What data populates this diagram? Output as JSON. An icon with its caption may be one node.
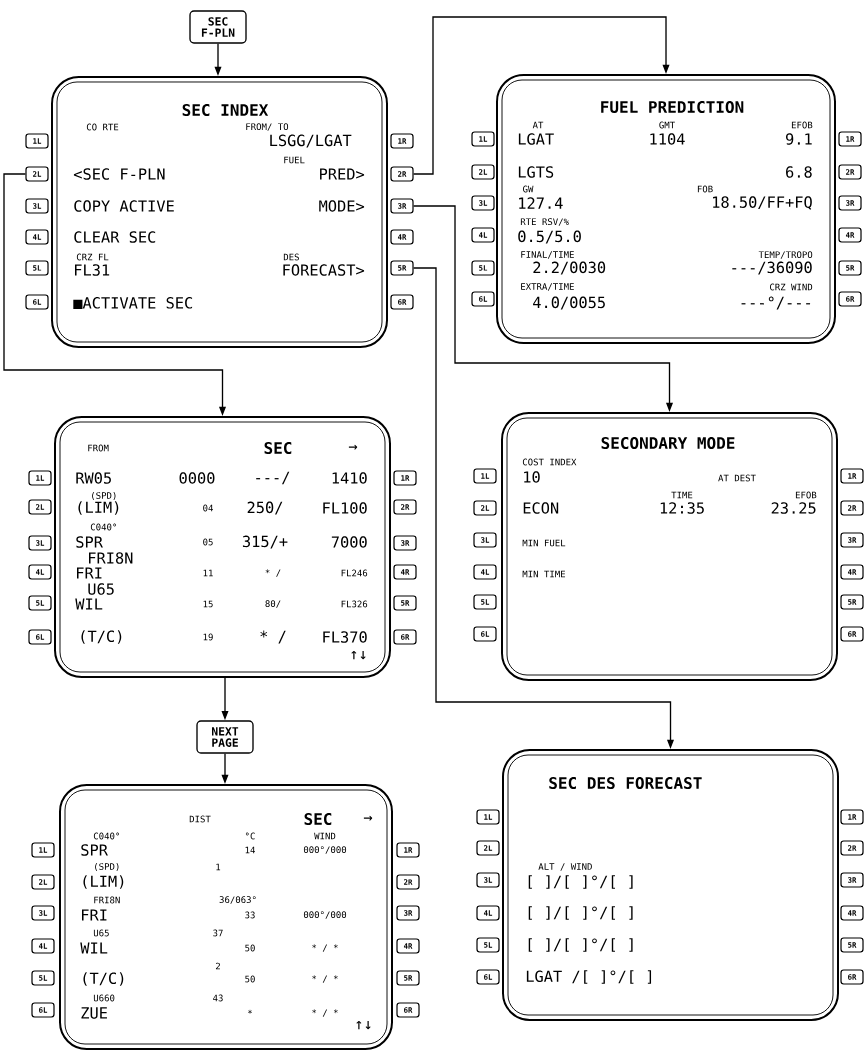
{
  "diagram": {
    "nodes": [
      {
        "text": [
          "SEC F-PLN"
        ]
      },
      {
        "text": [
          "SEC INDEX",
          "CO RTE",
          "FROM/ TO",
          "LSGG/LGAT",
          "FUEL",
          "<SEC F-PLN",
          "PRED>",
          "COPY ACTIVE",
          "MODE>",
          "CLEAR SEC",
          "CRZ FL",
          "DES",
          "FL31",
          "FORECAST>",
          "■ACTIVATE SEC"
        ]
      },
      {
        "text": [
          "1L"
        ]
      },
      {
        "text": [
          "2L"
        ]
      },
      {
        "text": [
          "3L"
        ]
      },
      {
        "text": [
          "4L"
        ]
      },
      {
        "text": [
          "5L"
        ]
      },
      {
        "text": [
          "6L"
        ]
      },
      {
        "text": [
          "1R"
        ]
      },
      {
        "text": [
          "2R"
        ]
      },
      {
        "text": [
          "3R"
        ]
      },
      {
        "text": [
          "4R"
        ]
      },
      {
        "text": [
          "5R"
        ]
      },
      {
        "text": [
          "6R"
        ]
      },
      {
        "text": [
          "FUEL PREDICTION",
          "AT",
          "GMT",
          "EFOB",
          "LGAT",
          "1104",
          "9.1",
          "LGTS",
          "6.8",
          "GW",
          "FOB",
          "127.4",
          "18.50/FF+FQ",
          "RTE RSV/%",
          "0.5/5.0",
          "FINAL/TIME",
          "TEMP/TROPO",
          "2.2/0030",
          "---/36090",
          "EXTRA/TIME",
          "CRZ WIND",
          "4.0/0055",
          "---°/---"
        ]
      },
      {
        "text": [
          "1L"
        ]
      },
      {
        "text": [
          "2L"
        ]
      },
      {
        "text": [
          "3L"
        ]
      },
      {
        "text": [
          "4L"
        ]
      },
      {
        "text": [
          "5L"
        ]
      },
      {
        "text": [
          "6L"
        ]
      },
      {
        "text": [
          "1R"
        ]
      },
      {
        "text": [
          "2R"
        ]
      },
      {
        "text": [
          "3R"
        ]
      },
      {
        "text": [
          "4R"
        ]
      },
      {
        "text": [
          "5R"
        ]
      },
      {
        "text": [
          "6R"
        ]
      },
      {
        "text": [
          "FROM",
          "SEC",
          "→",
          "RW05",
          "0000",
          "---/",
          "1410",
          "(SPD)",
          "(LIM)",
          "04",
          "250/",
          "FL100",
          "C040°",
          "SPR",
          "05",
          "315/+",
          "7000",
          "FRI8N",
          "FRI",
          "11",
          "* /",
          "FL246",
          "U65",
          "WIL",
          "15",
          "80/",
          "FL326",
          "(T/C)",
          "19",
          "* /",
          "FL370",
          "↑↓"
        ]
      },
      {
        "text": [
          "1L"
        ]
      },
      {
        "text": [
          "2L"
        ]
      },
      {
        "text": [
          "3L"
        ]
      },
      {
        "text": [
          "4L"
        ]
      },
      {
        "text": [
          "5L"
        ]
      },
      {
        "text": [
          "6L"
        ]
      },
      {
        "text": [
          "1R"
        ]
      },
      {
        "text": [
          "2R"
        ]
      },
      {
        "text": [
          "3R"
        ]
      },
      {
        "text": [
          "4R"
        ]
      },
      {
        "text": [
          "5R"
        ]
      },
      {
        "text": [
          "6R"
        ]
      },
      {
        "text": [
          "SECONDARY MODE",
          "COST INDEX",
          "10",
          "AT DEST",
          "TIME",
          "EFOB",
          "ECON",
          "12:35",
          "23.25",
          "MIN FUEL",
          "MIN TIME"
        ]
      },
      {
        "text": [
          "1L"
        ]
      },
      {
        "text": [
          "2L"
        ]
      },
      {
        "text": [
          "3L"
        ]
      },
      {
        "text": [
          "4L"
        ]
      },
      {
        "text": [
          "5L"
        ]
      },
      {
        "text": [
          "6L"
        ]
      },
      {
        "text": [
          "1R"
        ]
      },
      {
        "text": [
          "2R"
        ]
      },
      {
        "text": [
          "3R"
        ]
      },
      {
        "text": [
          "4R"
        ]
      },
      {
        "text": [
          "5R"
        ]
      },
      {
        "text": [
          "6R"
        ]
      },
      {
        "text": [
          "NEXT PAGE"
        ]
      },
      {
        "text": [
          "DIST",
          "SEC",
          "→",
          "C040°",
          "°C",
          "WIND",
          "SPR",
          "14",
          "000°/000",
          "(SPD)",
          "1",
          "(LIM)",
          "FRI8N",
          "36/063°",
          "FRI",
          "33",
          "000°/000",
          "U65",
          "37",
          "WIL",
          "50",
          "* / *",
          "2",
          "(T/C)",
          "50",
          "* / *",
          "U660",
          "43",
          "ZUE",
          "*",
          "* / *",
          "↑↓"
        ]
      },
      {
        "text": [
          "1L"
        ]
      },
      {
        "text": [
          "2L"
        ]
      },
      {
        "text": [
          "3L"
        ]
      },
      {
        "text": [
          "4L"
        ]
      },
      {
        "text": [
          "5L"
        ]
      },
      {
        "text": [
          "6L"
        ]
      },
      {
        "text": [
          "1R"
        ]
      },
      {
        "text": [
          "2R"
        ]
      },
      {
        "text": [
          "3R"
        ]
      },
      {
        "text": [
          "4R"
        ]
      },
      {
        "text": [
          "5R"
        ]
      },
      {
        "text": [
          "6R"
        ]
      },
      {
        "text": [
          "SEC DES FORECAST",
          "ALT / WIND",
          "[ ]/[ ]°/[ ]",
          "[ ]/[ ]°/[ ]",
          "[ ]/[ ]°/[ ]",
          "LGAT /[ ]°/[ ]"
        ]
      },
      {
        "text": [
          "1L"
        ]
      },
      {
        "text": [
          "2L"
        ]
      },
      {
        "text": [
          "3L"
        ]
      },
      {
        "text": [
          "4L"
        ]
      },
      {
        "text": [
          "5L"
        ]
      },
      {
        "text": [
          "6L"
        ]
      },
      {
        "text": [
          "1R"
        ]
      },
      {
        "text": [
          "2R"
        ]
      },
      {
        "text": [
          "3R"
        ]
      },
      {
        "text": [
          "4R"
        ]
      },
      {
        "text": [
          "5R"
        ]
      },
      {
        "text": [
          "6R"
        ]
      }
    ],
    "edges": [
      {
        "from": 0,
        "to": 1,
        "arrow": "to"
      },
      {
        "from": 3,
        "to": 27,
        "arrow": "to"
      },
      {
        "from": 9,
        "to": 14,
        "arrow": "to"
      },
      {
        "from": 10,
        "to": 40,
        "arrow": "to"
      },
      {
        "from": 12,
        "to": 67,
        "arrow": "to"
      },
      {
        "from": 27,
        "to": 53,
        "arrow": "to"
      },
      {
        "from": 53,
        "to": 54,
        "arrow": "to"
      }
    ]
  }
}
